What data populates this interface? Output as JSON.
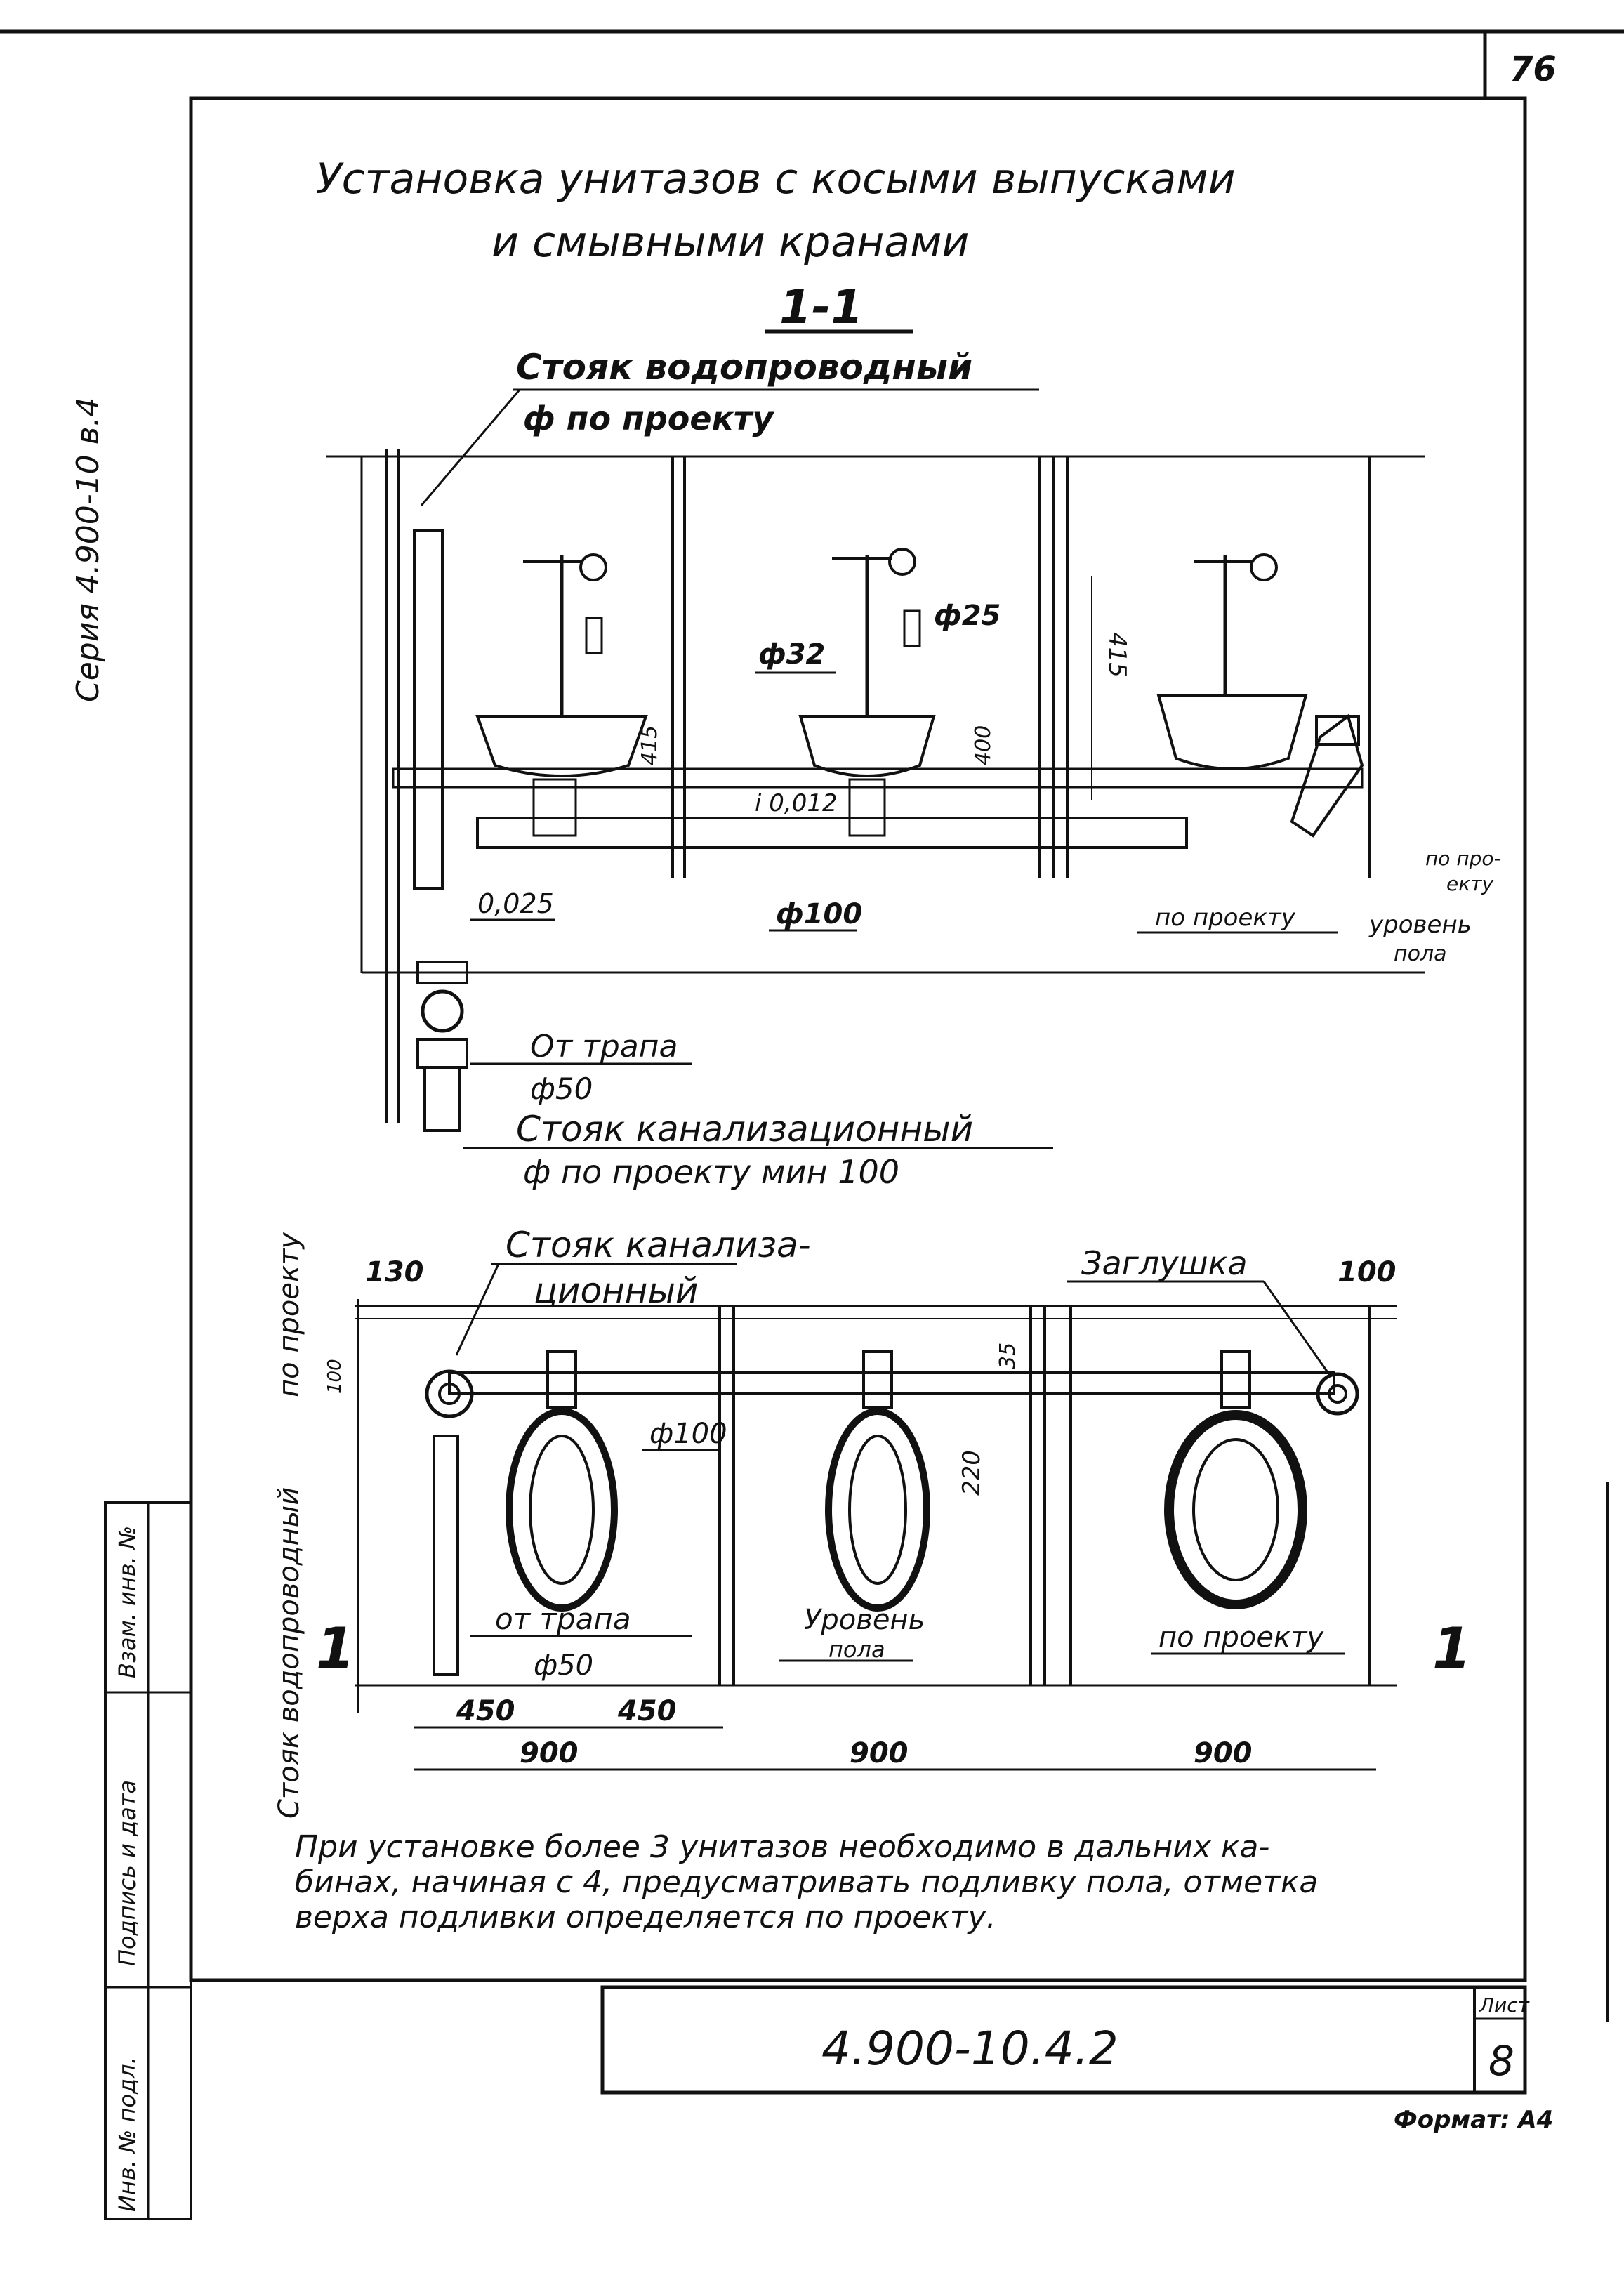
{
  "sheet": {
    "page_number": "76",
    "series_stamp": "Серия 4.900-10   в.4",
    "title_line1": "Установка унитазов с косыми выпусками",
    "title_line2": "и смывными кранами",
    "section_label": "1-1",
    "code": "4.900-10.4.2",
    "sheet_label": "Лист",
    "sheet_number": "8",
    "format": "Формат: А4",
    "note_line1": "При установке более 3 унитазов необходимо в дальних ка-",
    "note_line2": "бинах, начиная с 4, предусматривать подливку пола, отметка",
    "note_line3": "верха подливки определяется по проекту."
  },
  "stamp_columns": [
    "Инв. № подл.",
    "Подпись и дата",
    "Взам. инв. №"
  ],
  "section": {
    "riser_water": "Стояк водопроводный",
    "riser_water_dia": "ф по проекту",
    "d32": "ф32",
    "d25": "ф25",
    "h415a": "415",
    "h400": "400",
    "h415b": "415",
    "slope1": "i 0,012",
    "slope2": "0,025",
    "d100": "ф100",
    "po_proektu": "по проекту",
    "po_proektu_right": "по про-",
    "po_proektu_right2": "екту",
    "floor1": "уровень",
    "floor2": "пола",
    "from_drain": "От трапа",
    "d50": "ф50",
    "riser_sewer": "Стояк канализационный",
    "riser_sewer_dia": "ф по проекту мин 100"
  },
  "plan": {
    "riser_sewer_1": "Стояк канализа-",
    "riser_sewer_2": "ционный",
    "plug": "Заглушка",
    "dim130": "130",
    "dim100top": "100",
    "dim100side": "100",
    "po_proektu_vert": "по проекту",
    "riser_water_vert": "Стояк водопроводный",
    "d100": "ф100",
    "dim35": "35",
    "dim220": "220",
    "from_drain": "от трапа",
    "d50": "ф50",
    "floor1": "Уровень",
    "floor2": "пола",
    "po_proektu": "по проекту",
    "sec_mark": "1",
    "dim450a": "450",
    "dim450b": "450",
    "dim900a": "900",
    "dim900b": "900",
    "dim900c": "900"
  }
}
